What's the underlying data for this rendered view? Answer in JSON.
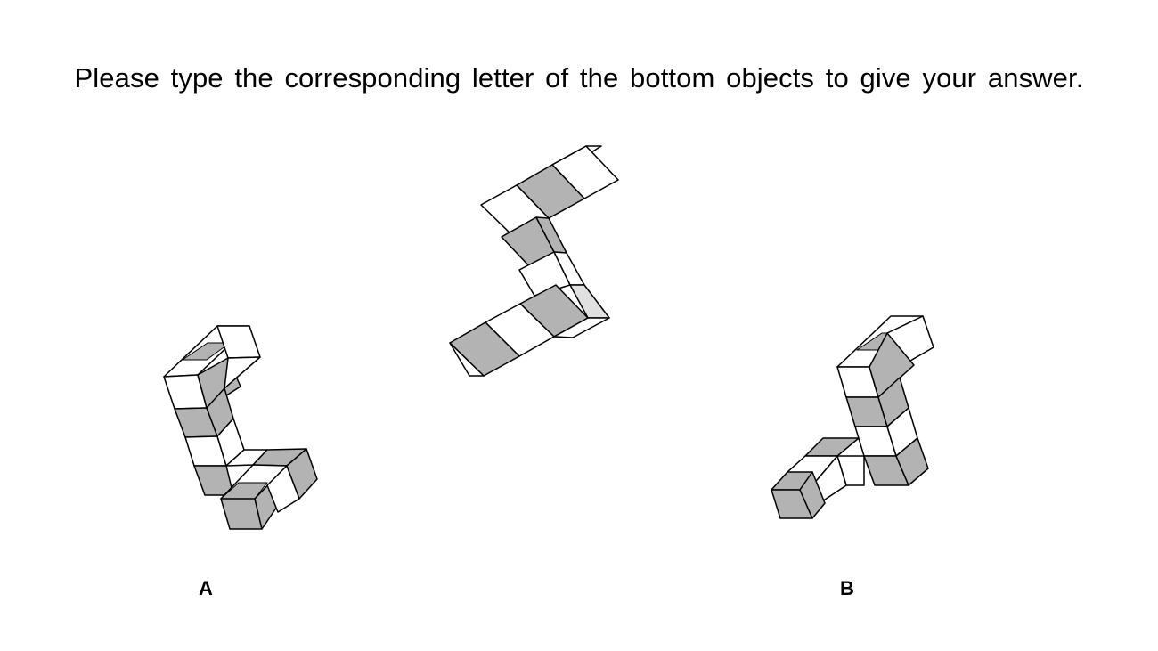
{
  "instruction": "Please type the corresponding letter of the bottom objects to give your answer.",
  "options": [
    {
      "letter": "A"
    },
    {
      "letter": "B"
    }
  ],
  "colors": {
    "shaded_face": "#b3b3b3",
    "plain_face": "#ffffff",
    "outline": "#000000"
  }
}
